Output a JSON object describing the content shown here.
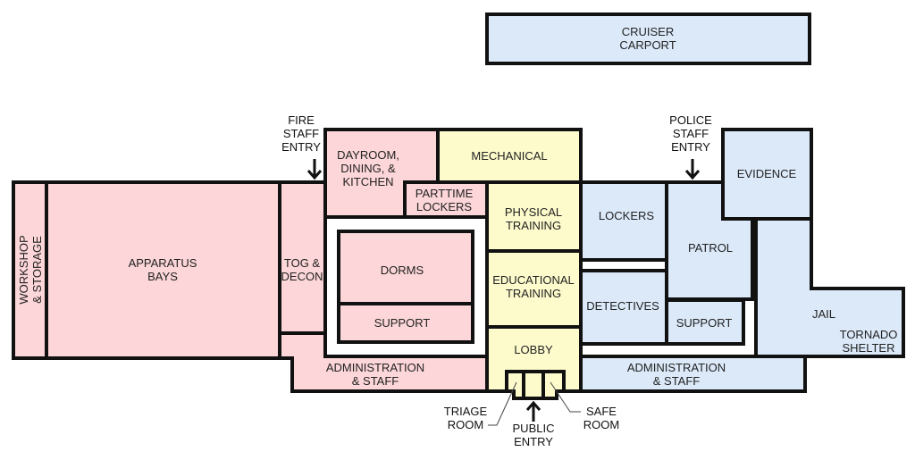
{
  "colors": {
    "fire": "#fcd6d8",
    "shared": "#fdfbcc",
    "police": "#dce9f9",
    "wall": "#111111"
  },
  "rooms": {
    "cruiser_carport": [
      "CRUISER",
      "CARPORT"
    ],
    "workshop_storage": [
      "WORKSHOP",
      "& STORAGE"
    ],
    "apparatus_bays": [
      "APPARATUS",
      "BAYS"
    ],
    "tog_decon": [
      "TOG &",
      "DECON"
    ],
    "dayroom": [
      "DAYROOM,",
      "DINING, &",
      "KITCHEN"
    ],
    "mechanical": [
      "MECHANICAL"
    ],
    "parttime_lockers": [
      "PARTTIME",
      "LOCKERS"
    ],
    "physical_training": [
      "PHYSICAL",
      "TRAINING"
    ],
    "dorms": [
      "DORMS"
    ],
    "fire_support": [
      "SUPPORT"
    ],
    "educational_training": [
      "EDUCATIONAL",
      "TRAINING"
    ],
    "lobby": [
      "LOBBY"
    ],
    "fire_admin": [
      "ADMINISTRATION",
      "& STAFF"
    ],
    "police_lockers": [
      "LOCKERS"
    ],
    "patrol": [
      "PATROL"
    ],
    "evidence": [
      "EVIDENCE"
    ],
    "detectives": [
      "DETECTIVES"
    ],
    "police_support": [
      "SUPPORT"
    ],
    "jail": [
      "JAIL"
    ],
    "tornado_shelter": [
      "TORNADO",
      "SHELTER"
    ],
    "police_admin": [
      "ADMINISTRATION",
      "& STAFF"
    ]
  },
  "annotations": {
    "fire_staff_entry": [
      "FIRE",
      "STAFF",
      "ENTRY"
    ],
    "police_staff_entry": [
      "POLICE",
      "STAFF",
      "ENTRY"
    ],
    "public_entry": [
      "PUBLIC",
      "ENTRY"
    ],
    "triage_room": [
      "TRIAGE",
      "ROOM"
    ],
    "safe_room": [
      "SAFE",
      "ROOM"
    ]
  }
}
